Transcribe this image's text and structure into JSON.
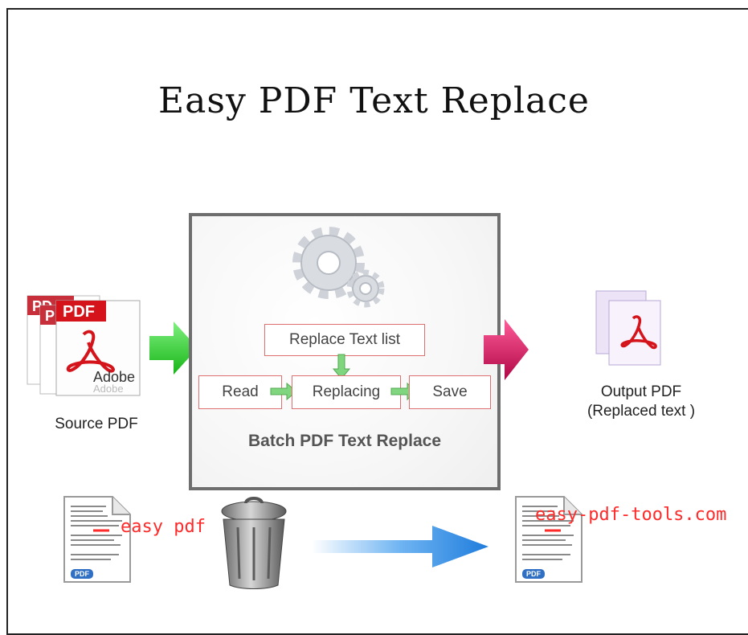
{
  "title": "Easy PDF Text Replace",
  "source": {
    "caption": "Source PDF",
    "badge_label": "PDF",
    "badge_partial_1": "PD",
    "badge_partial_2": "P",
    "brand_label": "Adobe",
    "brand_reflection": "Adobe"
  },
  "process": {
    "label": "Batch PDF Text Replace",
    "replace_list": "Replace Text list",
    "steps": [
      "Read",
      "Replacing",
      "Save"
    ]
  },
  "output": {
    "caption_line1": "Output PDF",
    "caption_line2": "(Replaced text )"
  },
  "example": {
    "before_text": "easy pdf",
    "after_text": "easy-pdf-tools.com",
    "doc_badge": "PDF"
  },
  "colors": {
    "green_arrow": "#2fd12f",
    "magenta_arrow": "#e0115f",
    "blue_arrow": "#2f8fe8",
    "step_border": "#e07070",
    "acrobat_red": "#d4141a"
  }
}
